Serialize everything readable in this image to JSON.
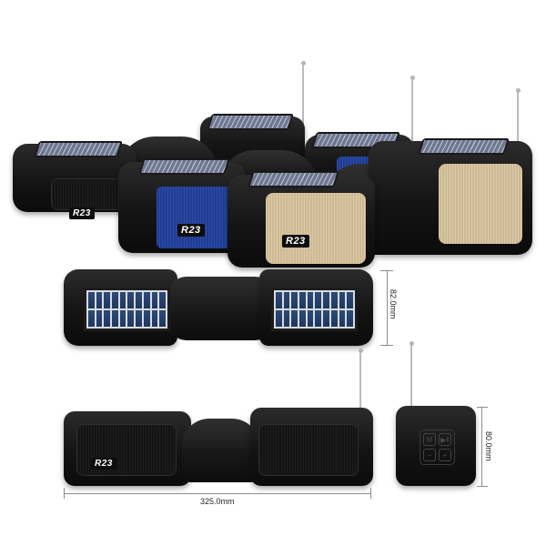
{
  "product": {
    "model_logo": "R23",
    "variants": [
      {
        "color_name": "black",
        "grille_color": "#161616"
      },
      {
        "color_name": "blue",
        "grille_color": "#23409a"
      },
      {
        "color_name": "gold",
        "grille_color": "#d6c49f"
      }
    ]
  },
  "dimensions": {
    "depth_label": "82.0mm",
    "length_label": "325.0mm",
    "height_label": "80.0mm"
  },
  "side_buttons": [
    {
      "glyph": "M",
      "icon": "mode-icon"
    },
    {
      "glyph": "▶‖",
      "icon": "play-pause-icon"
    },
    {
      "glyph": "−",
      "icon": "minus-icon"
    },
    {
      "glyph": "+",
      "icon": "plus-icon"
    }
  ]
}
